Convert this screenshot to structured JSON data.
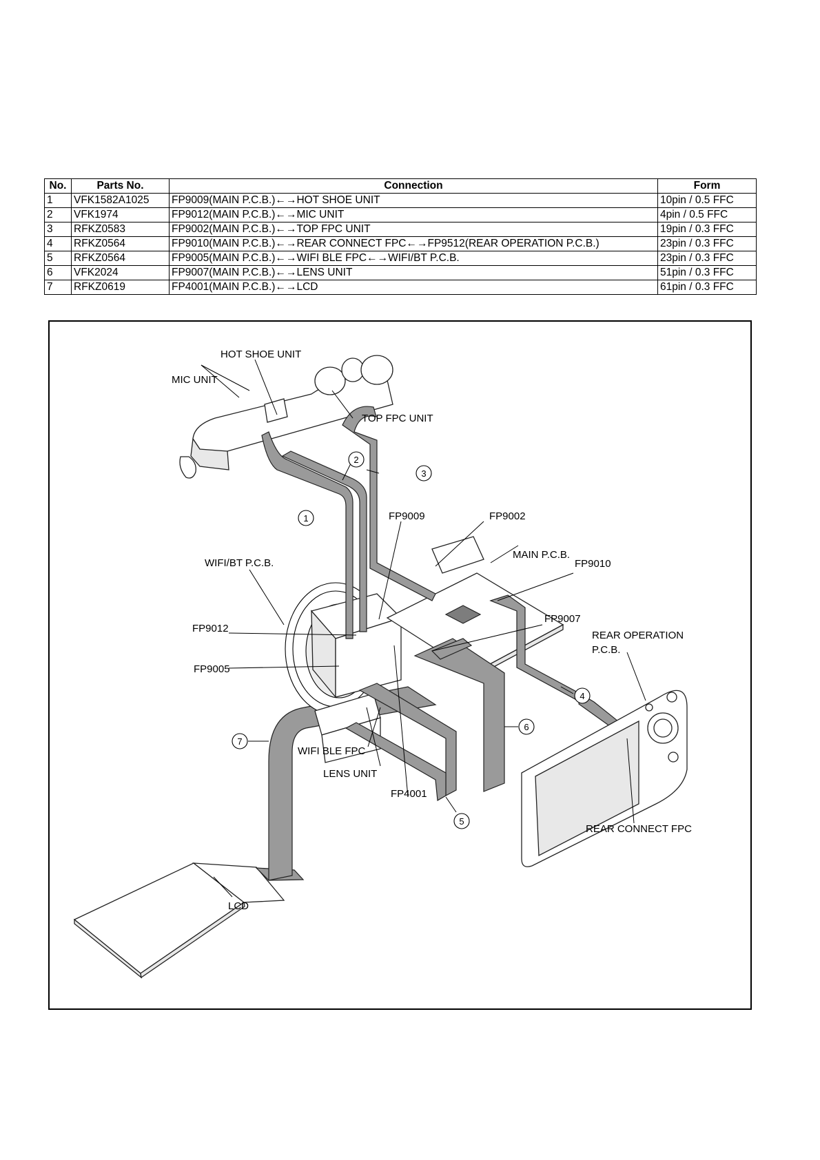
{
  "table": {
    "headers": [
      "No.",
      "Parts No.",
      "Connection",
      "Form"
    ],
    "rows": [
      {
        "no": "1",
        "part": "VFK1582A1025",
        "connection": "FP9009(MAIN P.C.B.)←→HOT SHOE UNIT",
        "form": "10pin / 0.5 FFC"
      },
      {
        "no": "2",
        "part": "VFK1974",
        "connection": "FP9012(MAIN P.C.B.)←→MIC UNIT",
        "form": "4pin / 0.5 FFC"
      },
      {
        "no": "3",
        "part": "RFKZ0583",
        "connection": "FP9002(MAIN P.C.B.)←→TOP FPC UNIT",
        "form": "19pin / 0.3 FFC"
      },
      {
        "no": "4",
        "part": "RFKZ0564",
        "connection": "FP9010(MAIN P.C.B.)←→REAR CONNECT FPC←→FP9512(REAR OPERATION P.C.B.)",
        "form": "23pin / 0.3 FFC"
      },
      {
        "no": "5",
        "part": "RFKZ0564",
        "connection": "FP9005(MAIN P.C.B.)←→WIFI BLE FPC←→WIFI/BT P.C.B.",
        "form": "23pin / 0.3 FFC"
      },
      {
        "no": "6",
        "part": "VFK2024",
        "connection": "FP9007(MAIN P.C.B.)←→LENS UNIT",
        "form": "51pin / 0.3 FFC"
      },
      {
        "no": "7",
        "part": "RFKZ0619",
        "connection": "FP4001(MAIN P.C.B.)←→LCD",
        "form": "61pin / 0.3 FFC"
      }
    ]
  },
  "diagram": {
    "labels": {
      "hot_shoe_unit": "HOT SHOE UNIT",
      "mic_unit": "MIC UNIT",
      "top_fpc_unit": "TOP FPC UNIT",
      "fp9009": "FP9009",
      "fp9002": "FP9002",
      "main_pcb": "MAIN P.C.B.",
      "fp9010": "FP9010",
      "wifi_bt_pcb": "WIFI/BT P.C.B.",
      "fp9007": "FP9007",
      "rear_operation_pcb_1": "REAR OPERATION",
      "rear_operation_pcb_2": "P.C.B.",
      "fp9012": "FP9012",
      "fp9005": "FP9005",
      "wifi_ble_fpc": "WIFI BLE FPC",
      "lens_unit": "LENS UNIT",
      "fp4001": "FP4001",
      "rear_connect_fpc": "REAR CONNECT FPC",
      "lcd": "LCD"
    },
    "callouts": [
      "1",
      "2",
      "3",
      "4",
      "5",
      "6",
      "7"
    ]
  }
}
